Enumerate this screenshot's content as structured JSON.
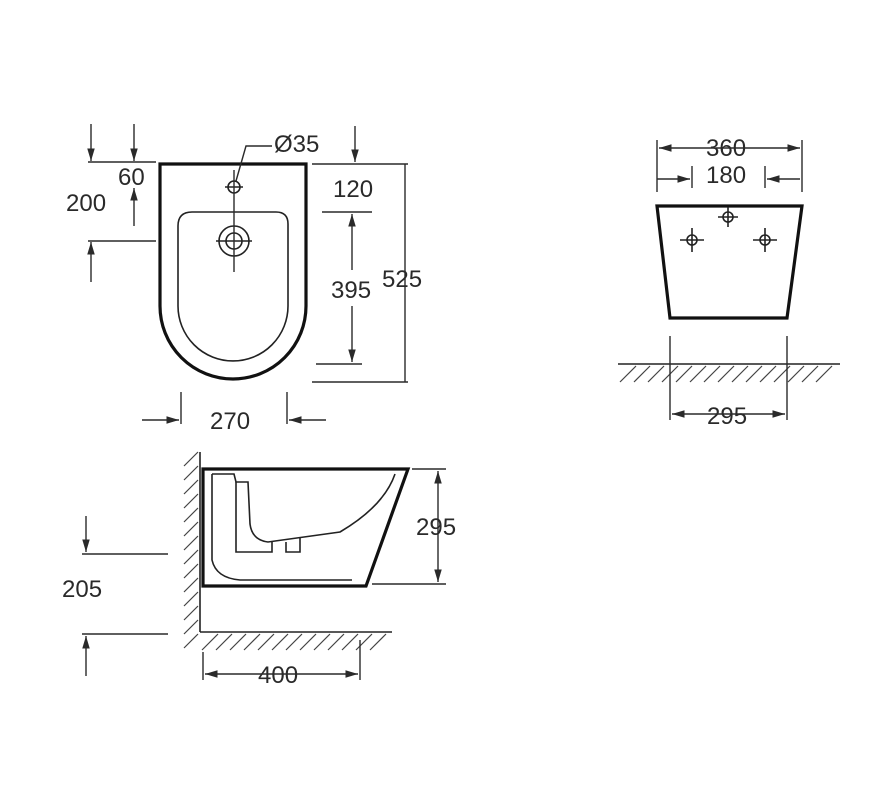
{
  "dimensions": {
    "d35": "Ø35",
    "d60": "60",
    "d200": "200",
    "d120": "120",
    "d395": "395",
    "d525": "525",
    "d270": "270",
    "d360": "360",
    "d180": "180",
    "d295_rear": "295",
    "d295_side": "295",
    "d205": "205",
    "d400": "400"
  }
}
